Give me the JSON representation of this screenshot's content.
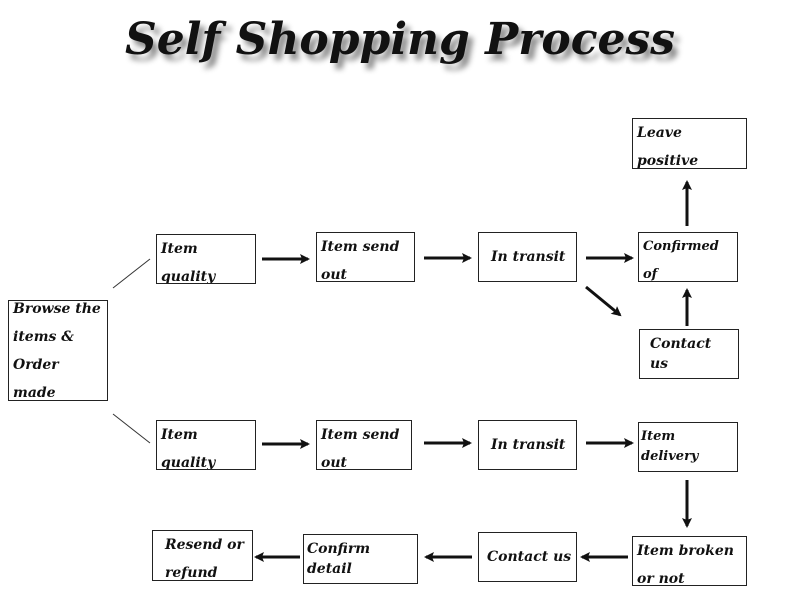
{
  "title": "Self Shopping Process",
  "colors": {
    "ink": "#111111",
    "border": "#222222",
    "background": "#ffffff"
  },
  "nodes": {
    "start": "Browse the\nitems &\nOrder made",
    "top": {
      "quality": "Item quality\ncheck",
      "send": "Item send\nout",
      "transit": "In transit",
      "confirmed": "Confirmed of\ngoods receipt",
      "feedback": "Leave positive\nfeedback",
      "contact": "Contact us"
    },
    "bottom": {
      "quality": "Item quality\ncheck",
      "send": "Item send\nout",
      "transit": "In transit",
      "delivery": "Item delivery",
      "broken": "Item broken\nor not correct",
      "contact": "Contact us",
      "confirm": "Confirm detail",
      "resend": "Resend or\nrefund"
    }
  }
}
